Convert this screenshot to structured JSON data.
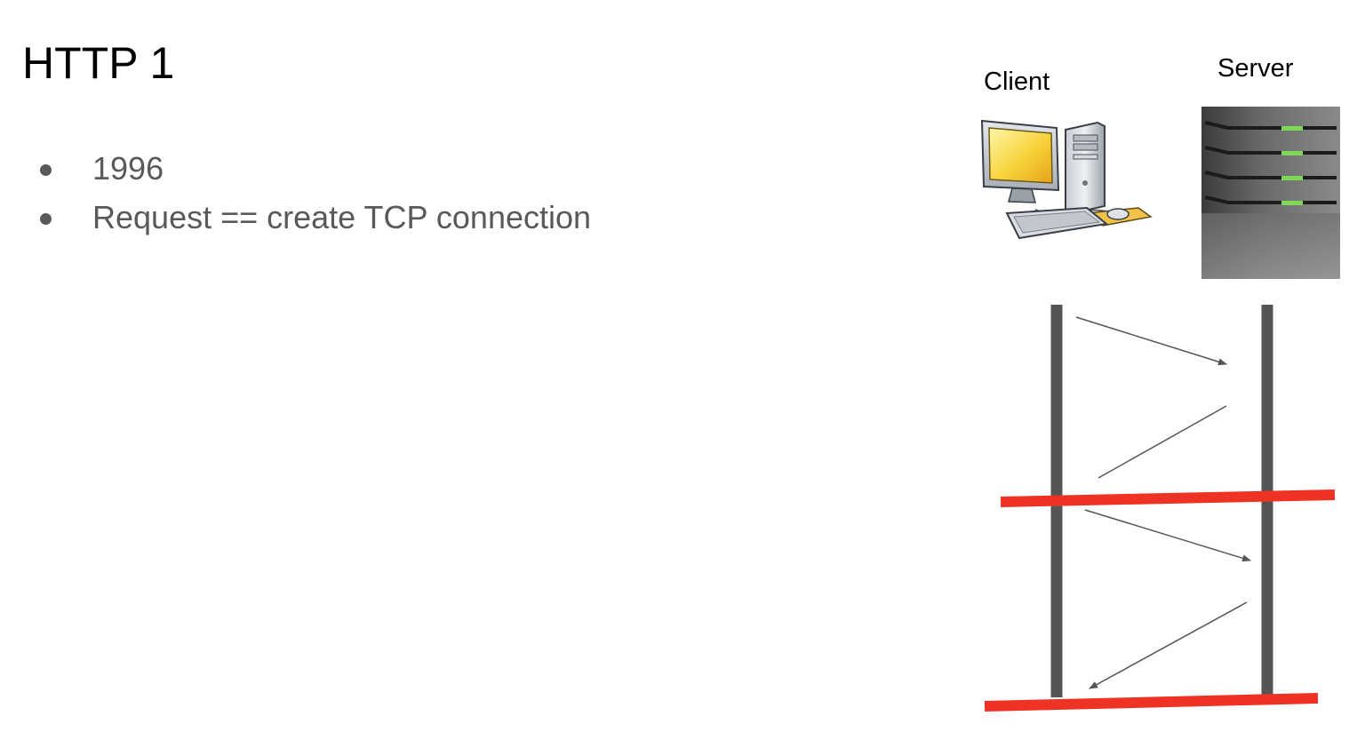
{
  "slide": {
    "title": "HTTP 1",
    "bullets": [
      "1996",
      "Request == create TCP connection"
    ]
  },
  "diagram": {
    "client_label": "Client",
    "server_label": "Server",
    "colors": {
      "lifeline": "#555555",
      "connection_boundary": "#ee3324",
      "message_arrow": "#555555"
    }
  }
}
